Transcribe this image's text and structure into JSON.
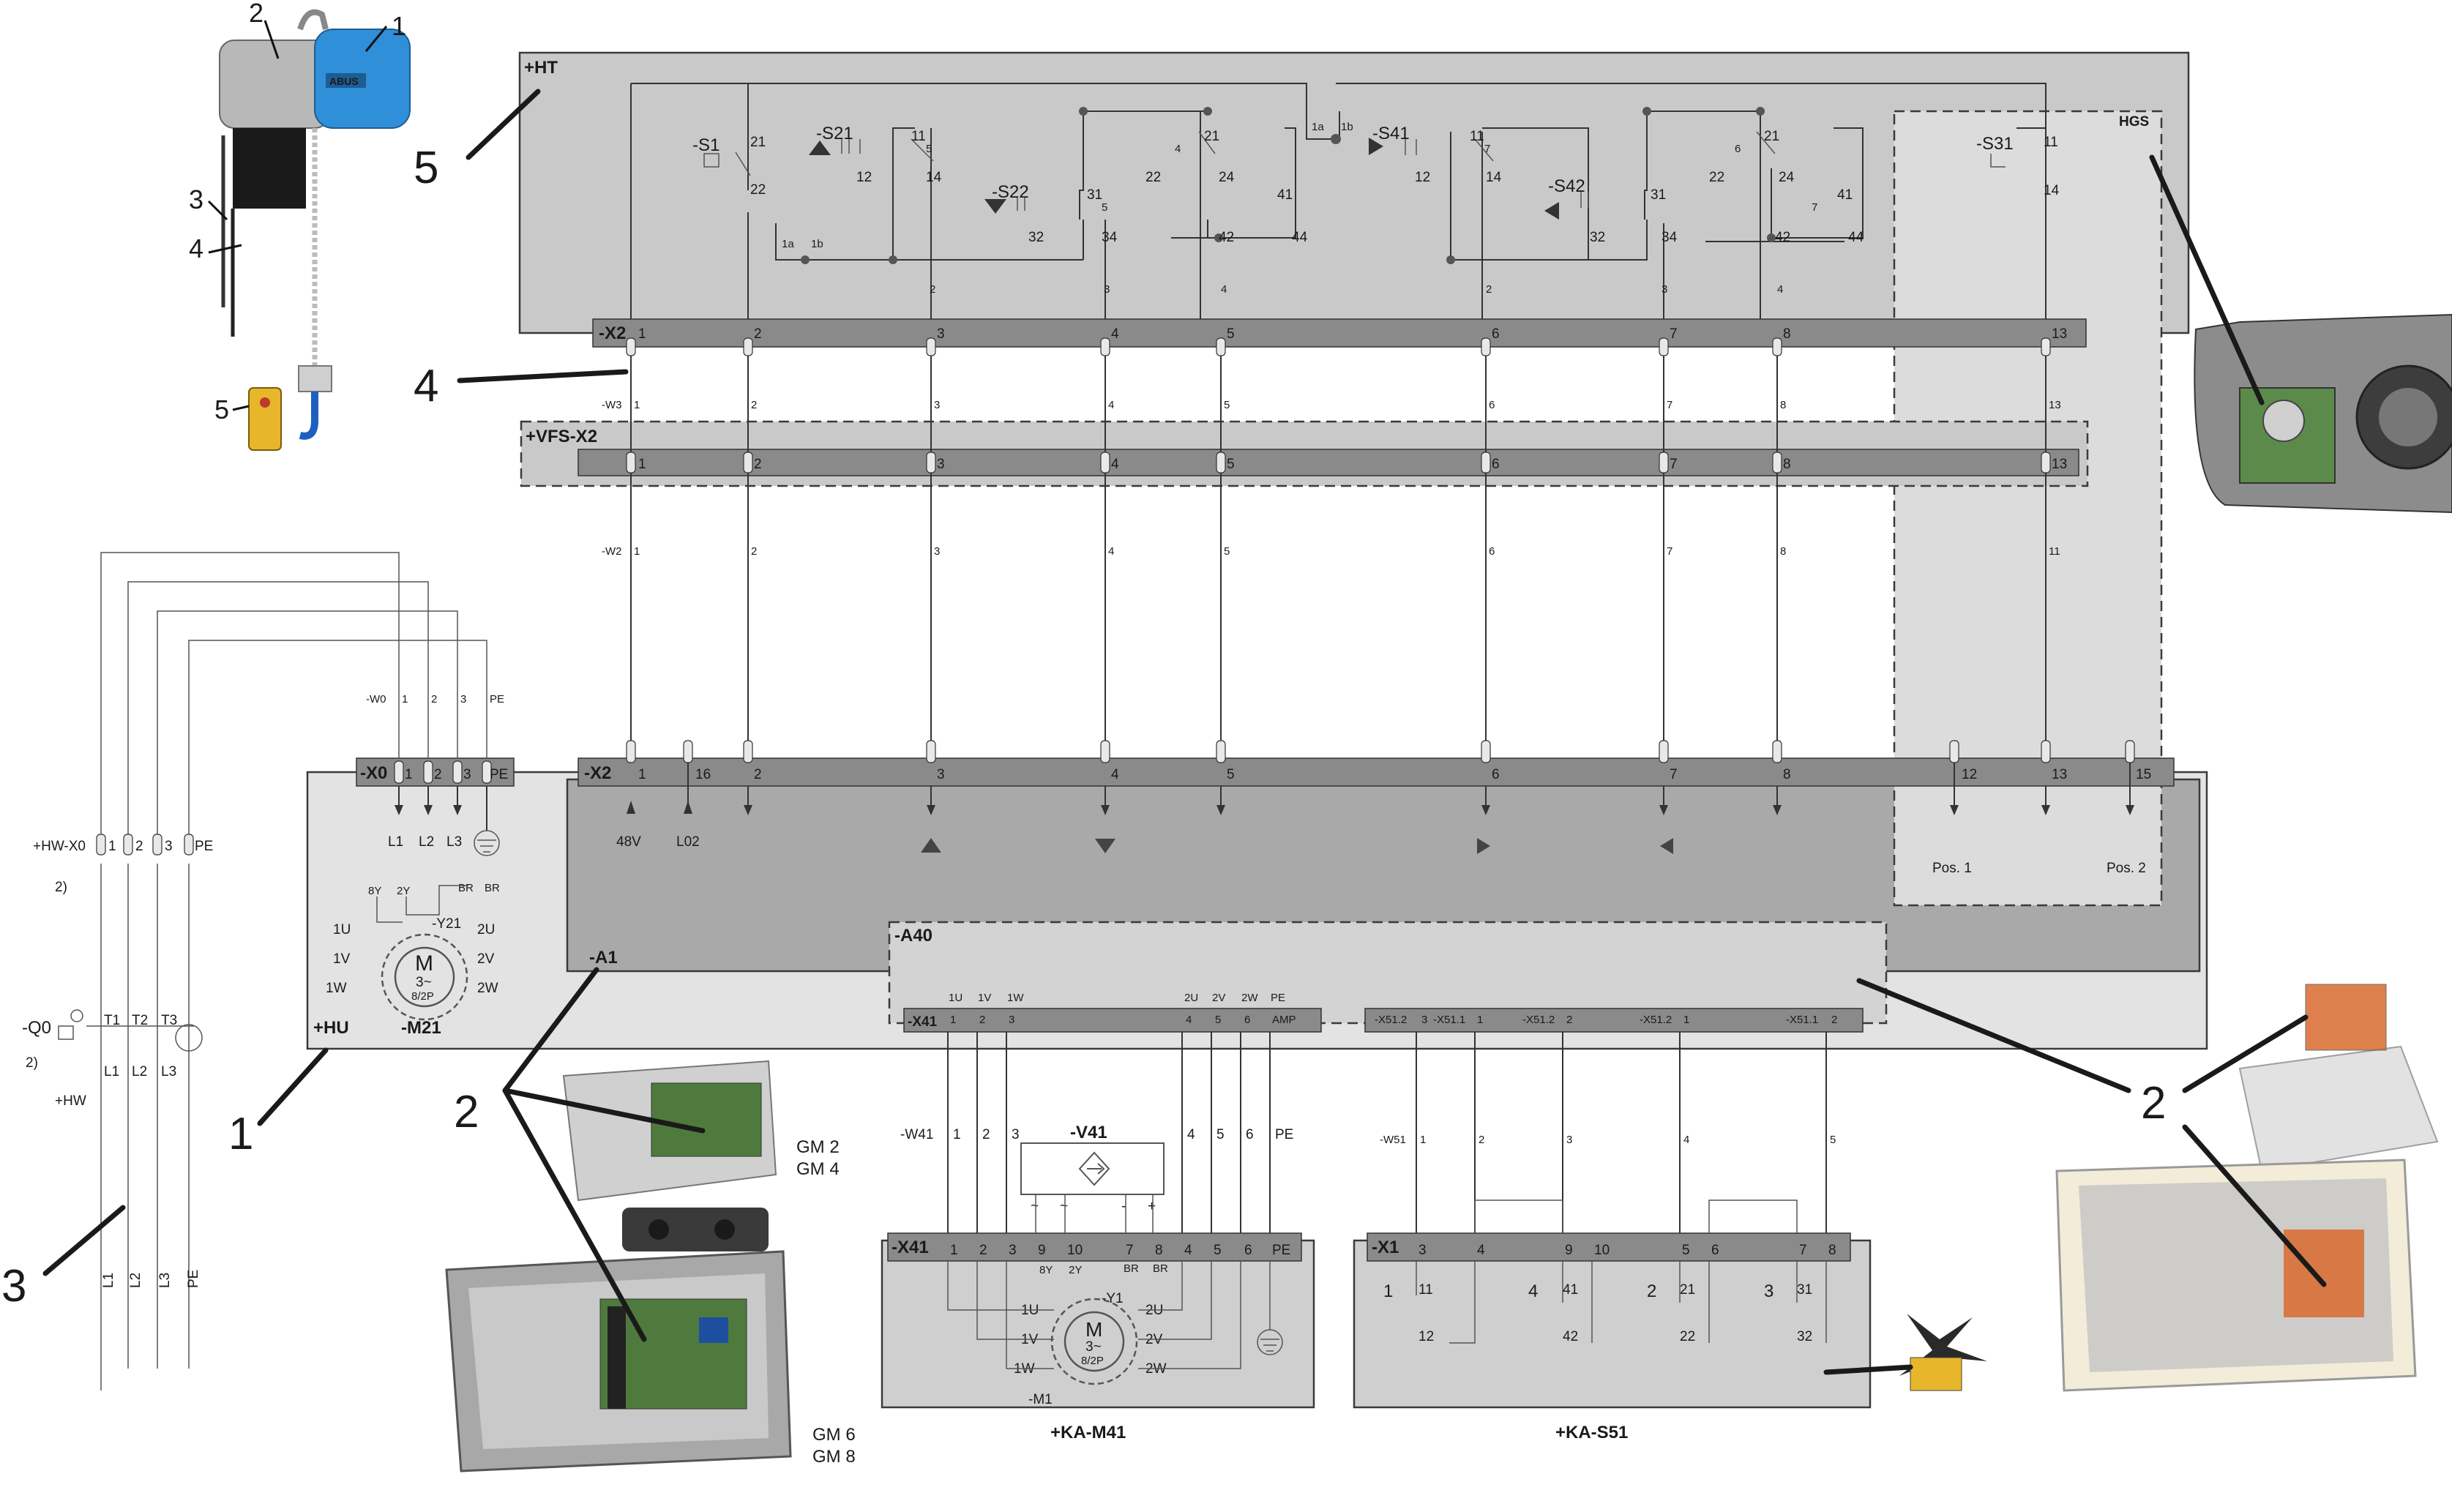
{
  "callouts": {
    "hoist_1": "1",
    "hoist_2": "2",
    "hoist_3": "3",
    "hoist_4": "4",
    "hoist_5": "5",
    "diag_5": "5",
    "diag_4": "4",
    "diag_1": "1",
    "diag_2_left": "2",
    "diag_2_right": "2",
    "diag_3": "3"
  },
  "hoist_brand": "ABUS",
  "panels": {
    "ht": "+HT",
    "hgs": "HGS",
    "vfs_x2": "+VFS-X2",
    "hu": "+HU",
    "a1": "-A1",
    "a40": "-A40",
    "ka_m41": "+KA-M41",
    "ka_s51": "+KA-S51"
  },
  "strips": {
    "x2_top": "-X2",
    "x0": "-X0",
    "x2_lower": "-X2",
    "x41_a40": "-X41",
    "x41_box": "-X41",
    "x1_box": "-X1"
  },
  "switches": {
    "s1": "-S1",
    "s21": "-S21",
    "s22": "-S22",
    "s41": "-S41",
    "s42": "-S42",
    "s31": "-S31",
    "contacts_left": [
      "21",
      "22",
      "1a",
      "1b",
      "11",
      "12",
      "14",
      "5",
      "4",
      "21",
      "22",
      "24",
      "31",
      "32",
      "34",
      "41",
      "42",
      "44",
      "5"
    ],
    "contacts_right": [
      "1a",
      "1b",
      "11",
      "12",
      "14",
      "7",
      "6",
      "21",
      "22",
      "24",
      "31",
      "32",
      "34",
      "41",
      "42",
      "44",
      "7"
    ],
    "s31_contacts": [
      "11",
      "14"
    ],
    "rung_numbers": [
      "2",
      "3",
      "4",
      "2",
      "3",
      "4"
    ]
  },
  "terminals": {
    "x2_top": [
      "1",
      "2",
      "3",
      "4",
      "5",
      "6",
      "7",
      "8",
      "13"
    ],
    "w3": "-W3",
    "w3_cores": [
      "1",
      "2",
      "3",
      "4",
      "5",
      "6",
      "7",
      "8",
      "13"
    ],
    "vfs": [
      "1",
      "2",
      "3",
      "4",
      "5",
      "6",
      "7",
      "8",
      "13"
    ],
    "w2": "-W2",
    "w2_cores": [
      "1",
      "2",
      "3",
      "4",
      "5",
      "6",
      "7",
      "8",
      "11"
    ],
    "w0": "-W0",
    "w0_cores": [
      "1",
      "2",
      "3",
      "PE"
    ],
    "x0": [
      "1",
      "2",
      "3",
      "PE"
    ],
    "x2_lower": [
      "1",
      "16",
      "2",
      "3",
      "4",
      "5",
      "6",
      "7",
      "8",
      "12",
      "13",
      "15"
    ],
    "supply_out": [
      "L1",
      "L2",
      "L3"
    ],
    "x2_sig_48v": "48V",
    "x2_sig_l02": "L02",
    "pos1": "Pos. 1",
    "pos2": "Pos. 2"
  },
  "motor_m21": {
    "name": "-M21",
    "symbol": "M",
    "phase": "3~",
    "poles": "8/2P",
    "brake": "-Y21",
    "br1": "BR",
    "br2": "BR",
    "y8": "8Y",
    "y2": "2Y",
    "pins_left": [
      "1U",
      "1V",
      "1W"
    ],
    "pins_right": [
      "2U",
      "2V",
      "2W"
    ]
  },
  "hw_supply": {
    "x0": "+HW-X0",
    "pins": [
      "1",
      "2",
      "3",
      "PE"
    ],
    "note1": "2)",
    "q0": "-Q0",
    "note2": "2)",
    "hw": "+HW",
    "t_labels": [
      "T1",
      "T2",
      "T3"
    ],
    "l_labels": [
      "L1",
      "L2",
      "L3"
    ],
    "bottom": [
      "L1",
      "L2",
      "L3",
      "PE"
    ]
  },
  "a40": {
    "x41_pins": [
      "1U",
      "1V",
      "1W",
      "2U",
      "2V",
      "2W",
      "PE"
    ],
    "x41_nums": [
      "1",
      "2",
      "3",
      "4",
      "5",
      "6",
      "AMP"
    ],
    "x51_pins": [
      "-X51.2",
      "3",
      "-X51.1",
      "1",
      "-X51.2",
      "2",
      "-X51.2",
      "1",
      "-X51.1",
      "2"
    ]
  },
  "w41": {
    "name": "-W41",
    "cores": [
      "1",
      "2",
      "3",
      "4",
      "5",
      "6",
      "PE"
    ]
  },
  "w51": {
    "name": "-W51",
    "cores": [
      "1",
      "2",
      "3",
      "4",
      "5"
    ]
  },
  "v41": {
    "name": "-V41",
    "pins": [
      "~",
      "~",
      "-",
      "+"
    ]
  },
  "ka_m41_box": {
    "pins": [
      "1",
      "2",
      "3",
      "9",
      "10",
      "7",
      "8",
      "4",
      "5",
      "6",
      "PE"
    ],
    "motor": "M",
    "phase": "3~",
    "poles": "8/2P",
    "name": "-M1",
    "brake": "-Y1",
    "br1": "BR",
    "br2": "BR",
    "y8": "8Y",
    "y2": "2Y",
    "pins_left": [
      "1U",
      "1V",
      "1W"
    ],
    "pins_right": [
      "2U",
      "2V",
      "2W"
    ]
  },
  "ka_s51_box": {
    "pins": [
      "3",
      "4",
      "9",
      "10",
      "5",
      "6",
      "7",
      "8"
    ],
    "switches": [
      "1",
      "4",
      "2",
      "3"
    ],
    "contacts": [
      "11",
      "12",
      "41",
      "42",
      "21",
      "22",
      "31",
      "32"
    ]
  },
  "gm_labels": {
    "gm2": "GM 2",
    "gm4": "GM 4",
    "gm6": "GM 6",
    "gm8": "GM 8"
  },
  "colors": {
    "panel_dark": "#c9c9c9",
    "panel_mid": "#a9a9a9",
    "panel_light": "#e3e3e3",
    "strip": "#8a8a8a",
    "hoist_blue": "#2f8fd8",
    "pendant_yellow": "#e8b62a"
  }
}
